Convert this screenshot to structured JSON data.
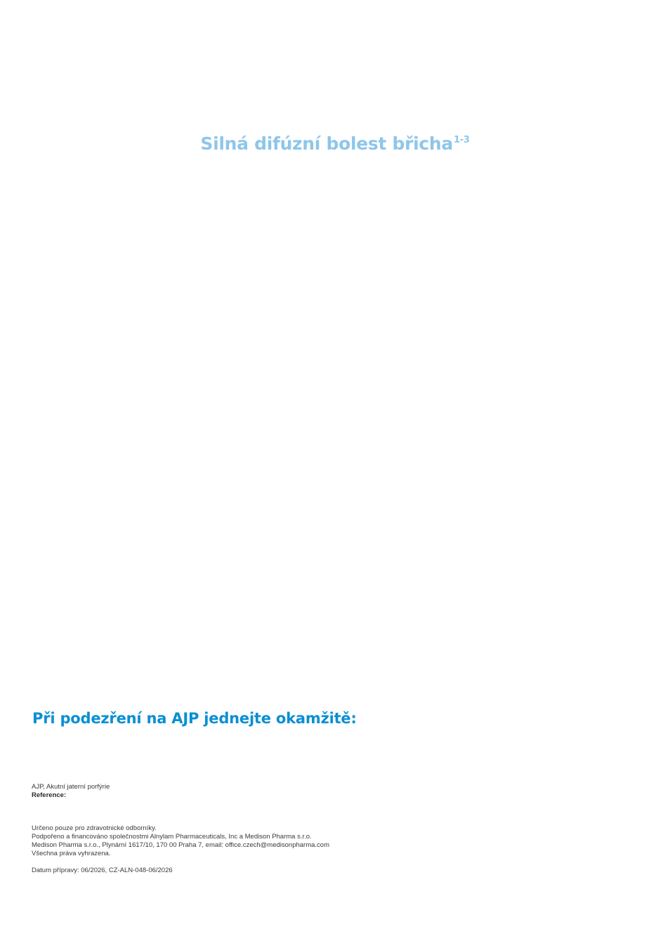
{
  "headline": {
    "text": "Silná difúzní bolest břicha",
    "superscript": "1-3"
  },
  "cta": {
    "text": "Při podezření na AJP jednejte okamžitě:"
  },
  "notes": {
    "abbreviation": "AJP, Akutní jaterní porfýrie",
    "references_label": "Reference:"
  },
  "footer": {
    "line1": "Určeno pouze pro zdravotnické odborníky.",
    "line2": "Podpořeno a financováno společnostmi Alnylam Pharmaceuticals, Inc a Medison Pharma s.r.o.",
    "line3": "Medison Pharma s.r.o., Plynární 1617/10, 170 00 Praha 7, email: office.czech@medisonpharma.com",
    "line4": "Všechna práva vyhrazena.",
    "date": "Datum přípravy: 06/2026, CZ-ALN-048-06/2026"
  },
  "colors": {
    "headline": "#8ec6ea",
    "cta": "#0a8fd4",
    "body_text": "#3a3a3a"
  }
}
